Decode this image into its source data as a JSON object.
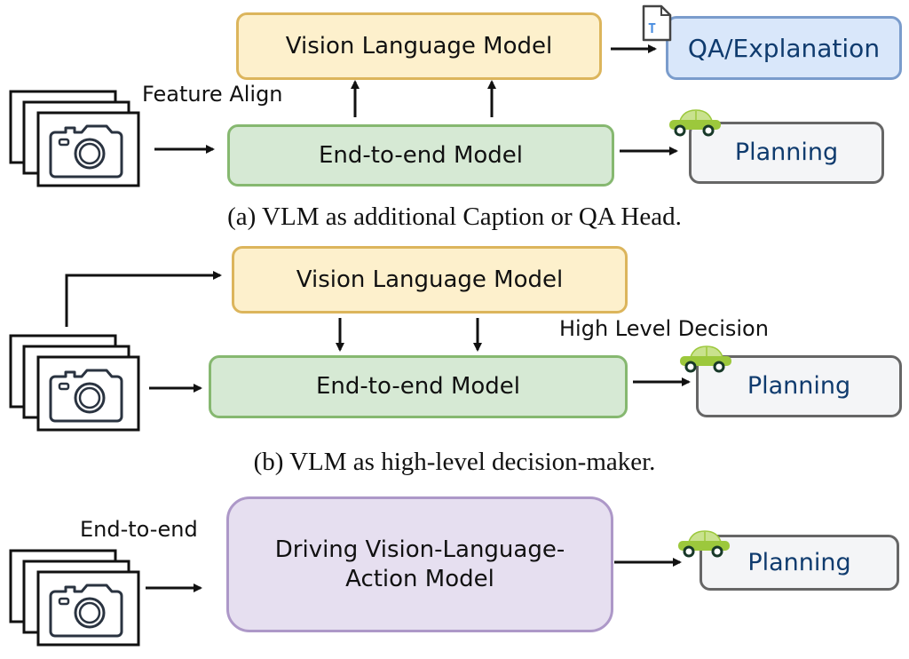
{
  "panel_a": {
    "vlm_label": "Vision Language Model",
    "e2e_label": "End-to-end Model",
    "qa_label": "QA/Explanation",
    "planning_label": "Planning",
    "edge_label": "Feature Align",
    "caption": "(a) VLM as additional Caption or QA Head."
  },
  "panel_b": {
    "vlm_label": "Vision Language Model",
    "e2e_label": "End-to-end Model",
    "planning_label": "Planning",
    "edge_label": "High Level Decision",
    "caption": "(b) VLM as high-level decision-maker."
  },
  "panel_c": {
    "model_label_line1": "Driving Vision-Language-",
    "model_label_line2": "Action Model",
    "planning_label": "Planning",
    "edge_label": "End-to-end"
  },
  "icons": {
    "camera": "camera-stack-icon",
    "car": "car-icon",
    "document": "text-document-icon"
  },
  "colors": {
    "vlm_fill": "#fdf0cc",
    "e2e_fill": "#d6e9d4",
    "qa_fill": "#d9e7fa",
    "planning_fill": "#f4f5f7",
    "dvla_fill": "#e6dff0",
    "car_green": "#9cc83c"
  }
}
